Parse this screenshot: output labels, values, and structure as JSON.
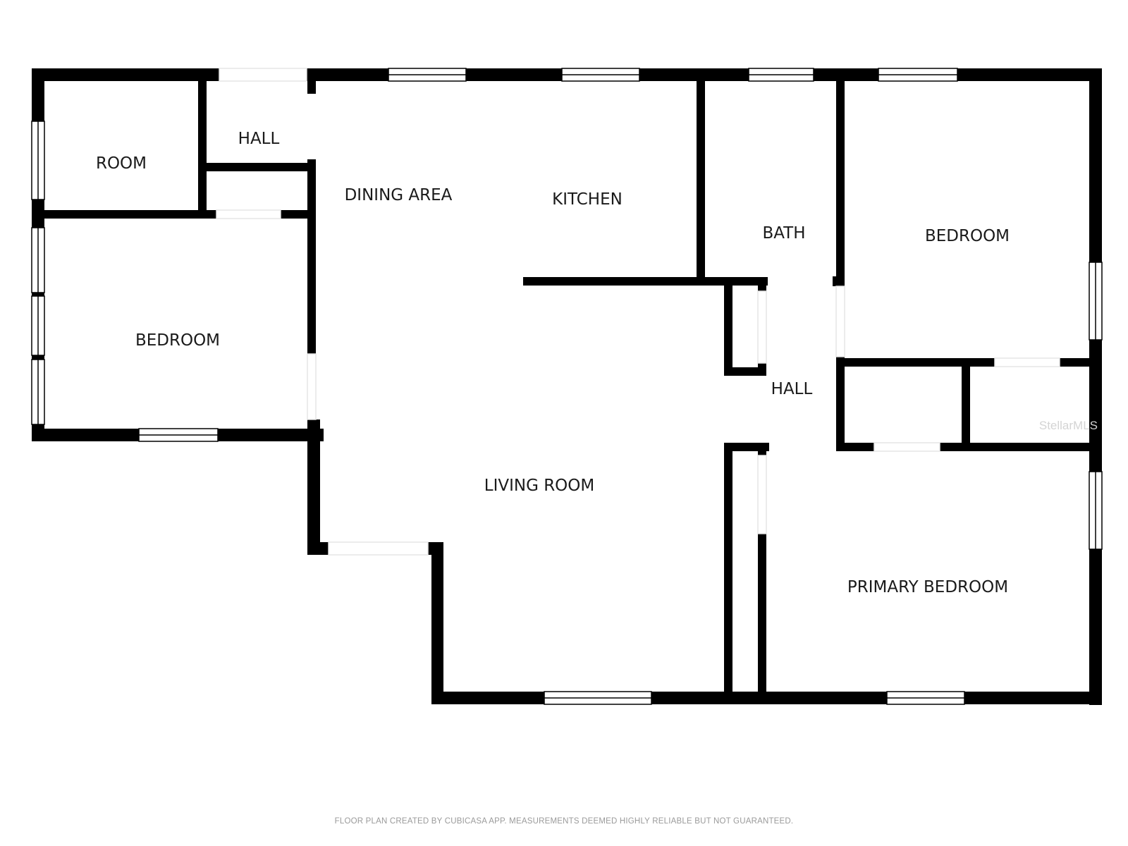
{
  "plan": {
    "rooms": [
      {
        "id": "room",
        "label": "ROOM"
      },
      {
        "id": "hall-top-left",
        "label": "HALL"
      },
      {
        "id": "dining-area",
        "label": "DINING AREA"
      },
      {
        "id": "kitchen",
        "label": "KITCHEN"
      },
      {
        "id": "bath",
        "label": "BATH"
      },
      {
        "id": "bedroom-right",
        "label": "BEDROOM"
      },
      {
        "id": "bedroom-left",
        "label": "BEDROOM"
      },
      {
        "id": "hall-center",
        "label": "HALL"
      },
      {
        "id": "living-room",
        "label": "LIVING ROOM"
      },
      {
        "id": "primary-bedroom",
        "label": "PRIMARY BEDROOM"
      }
    ],
    "wall_color": "#000000",
    "background_color": "#ffffff"
  },
  "footer": {
    "text": "FLOOR PLAN CREATED BY CUBICASA APP. MEASUREMENTS DEEMED HIGHLY RELIABLE BUT NOT GUARANTEED."
  },
  "watermark": {
    "text": "StellarMLS"
  }
}
